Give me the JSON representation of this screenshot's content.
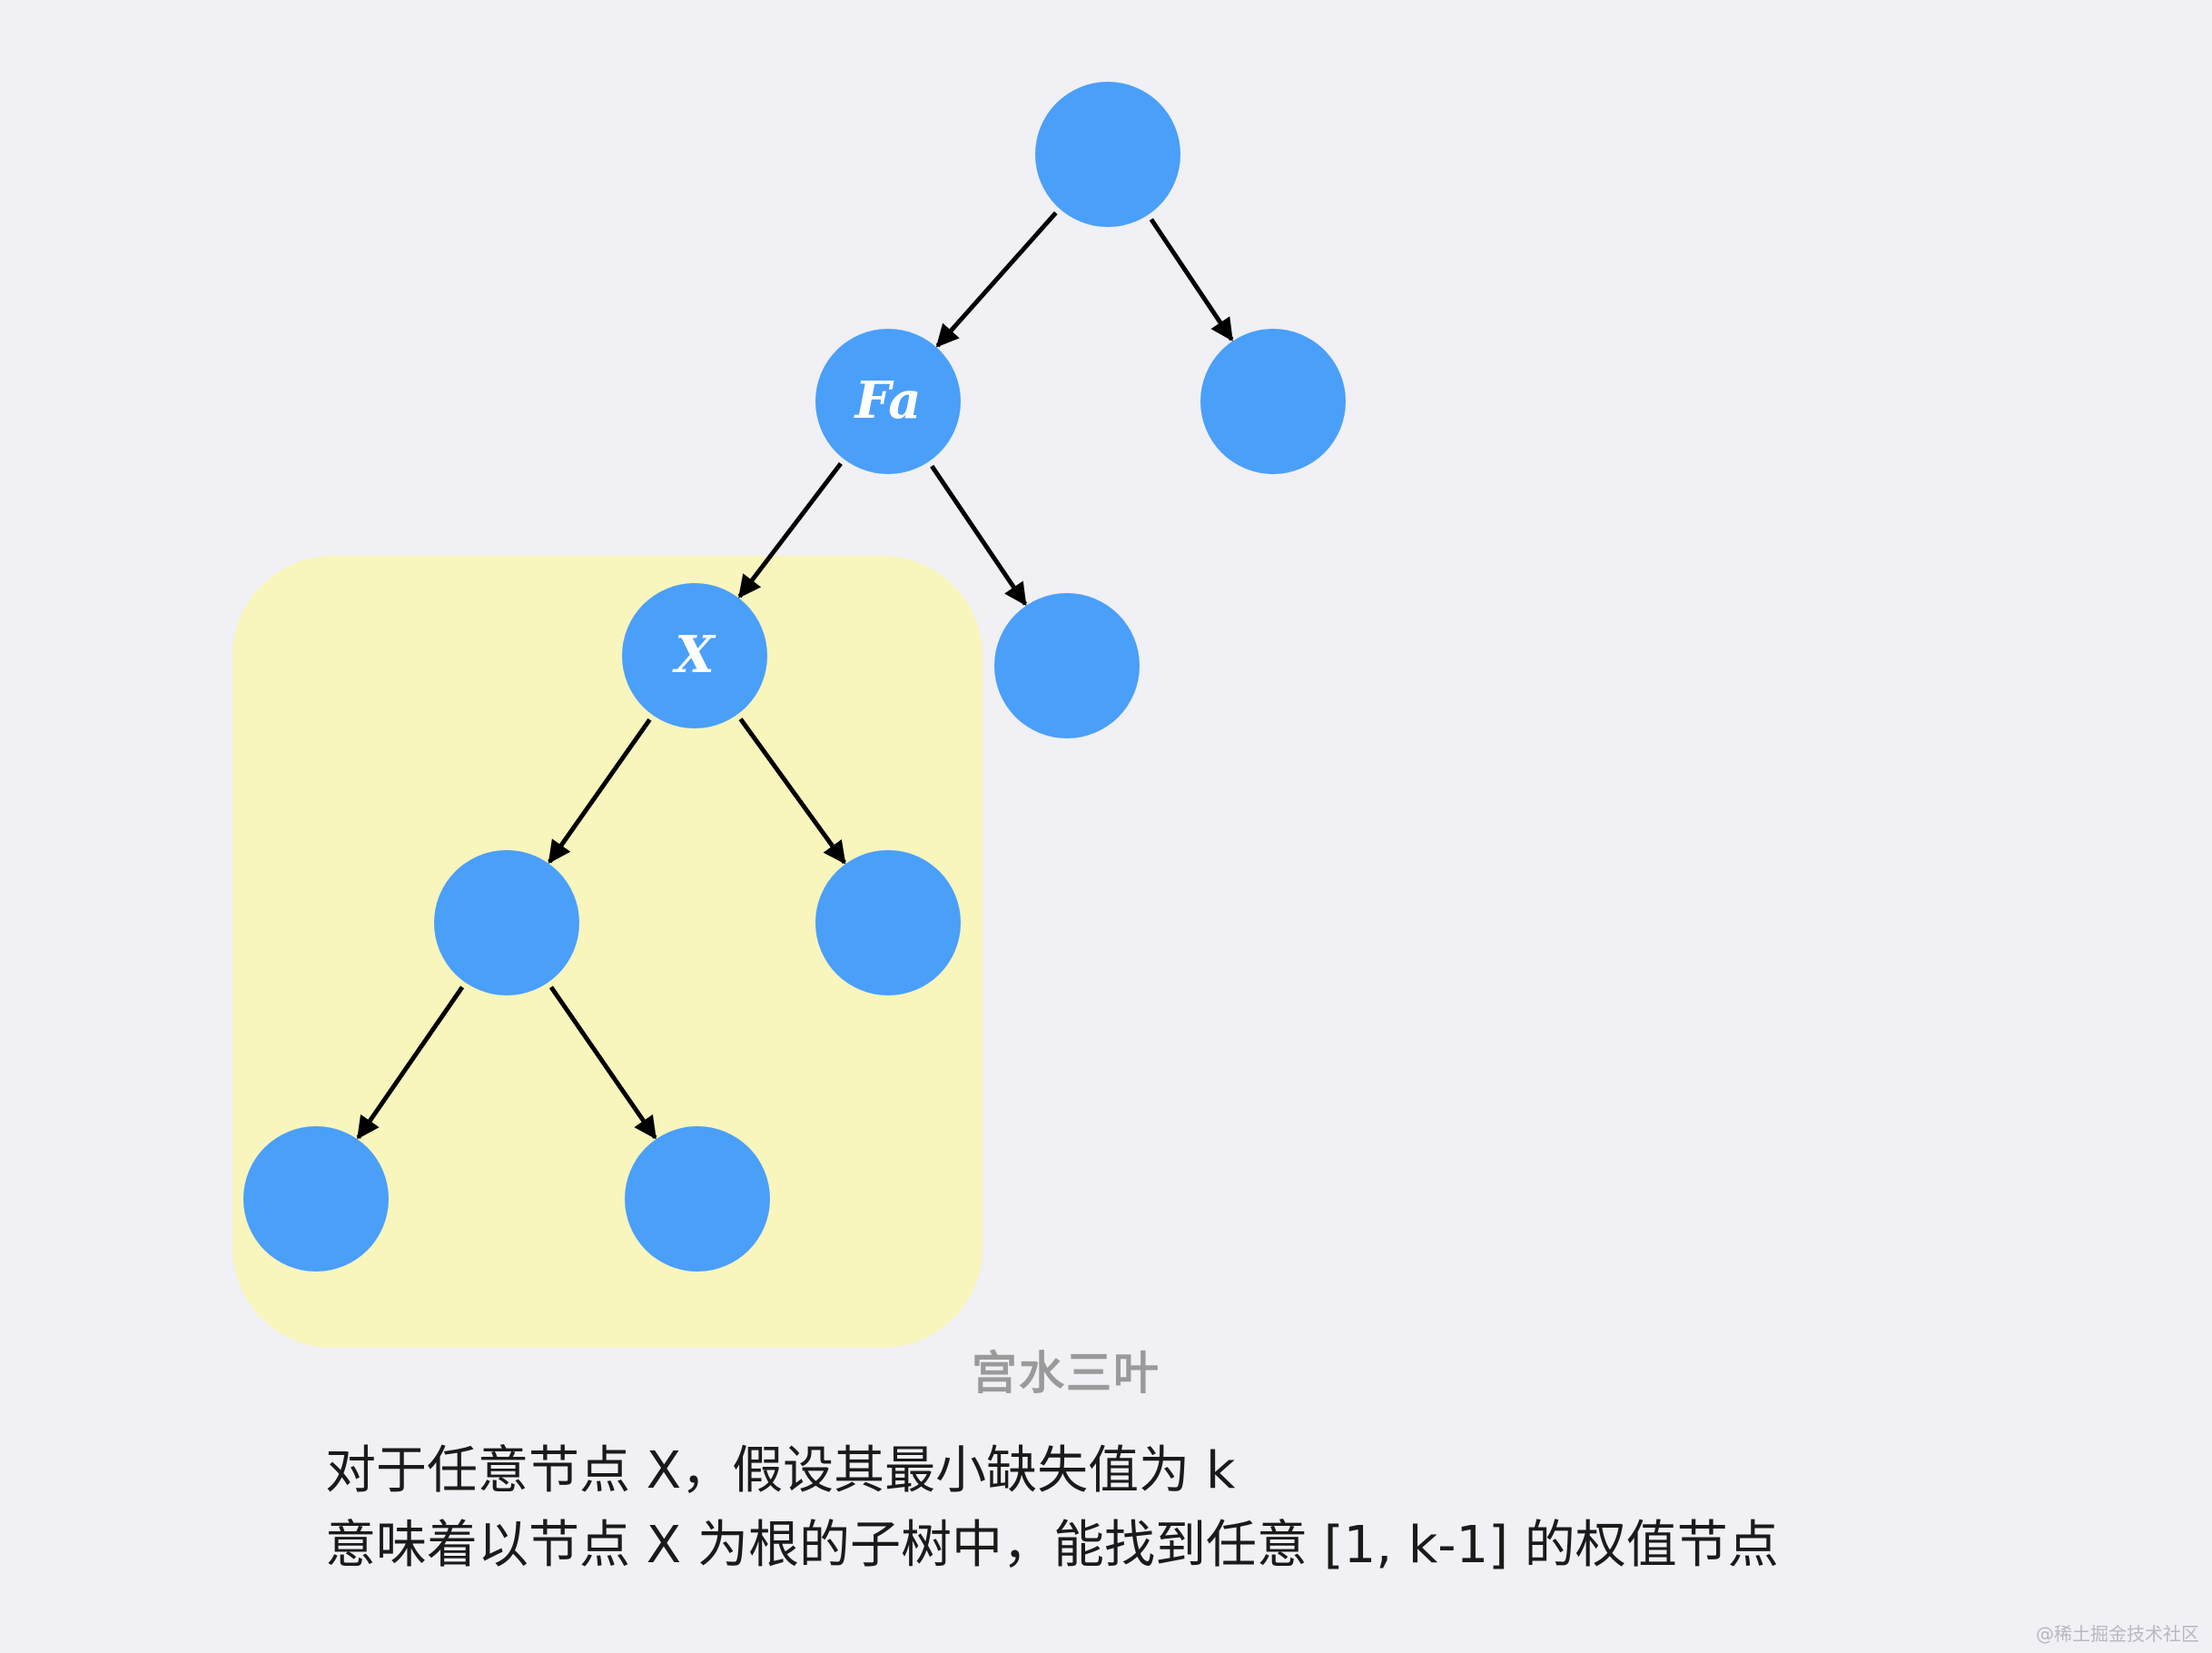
{
  "diagram": {
    "colors": {
      "background": "#f0f0f5",
      "node_fill": "#4a9ff9",
      "highlight_fill": "#f8f5bd",
      "edge": "#000000",
      "label": "#ffffff"
    },
    "nodes": [
      {
        "id": "root",
        "label": ""
      },
      {
        "id": "fa",
        "label": "Fa"
      },
      {
        "id": "root-right",
        "label": ""
      },
      {
        "id": "x",
        "label": "X"
      },
      {
        "id": "fa-right",
        "label": ""
      },
      {
        "id": "x-left",
        "label": ""
      },
      {
        "id": "x-right",
        "label": ""
      },
      {
        "id": "xl-left",
        "label": ""
      },
      {
        "id": "xl-right",
        "label": ""
      }
    ],
    "edges": [
      {
        "from": "root",
        "to": "fa"
      },
      {
        "from": "root",
        "to": "root-right"
      },
      {
        "from": "fa",
        "to": "x"
      },
      {
        "from": "fa",
        "to": "fa-right"
      },
      {
        "from": "x",
        "to": "x-left"
      },
      {
        "from": "x",
        "to": "x-right"
      },
      {
        "from": "x-left",
        "to": "xl-left"
      },
      {
        "from": "x-left",
        "to": "xl-right"
      }
    ],
    "highlighted_subtree_root": "x"
  },
  "watermark": "宫水三叶",
  "caption": {
    "line1": "对于任意节点 X，假设其最小缺失值为 k",
    "line2": "意味着以节点 X 为根的子树中，能找到任意 [1, k-1] 的权值节点"
  },
  "corner_mark": "@稀土掘金技术社区"
}
